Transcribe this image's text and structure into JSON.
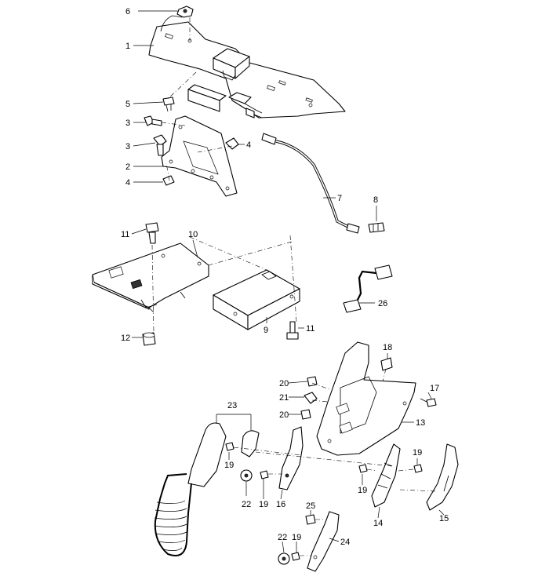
{
  "callouts": [
    "6",
    "1",
    "5",
    "3",
    "3",
    "4",
    "2",
    "4",
    "7",
    "8",
    "11",
    "10",
    "12",
    "9",
    "11",
    "26",
    "18",
    "20",
    "17",
    "21",
    "20",
    "13",
    "23",
    "19",
    "22",
    "19",
    "16",
    "19",
    "19",
    "14",
    "15",
    "25",
    "22",
    "19",
    "24"
  ]
}
